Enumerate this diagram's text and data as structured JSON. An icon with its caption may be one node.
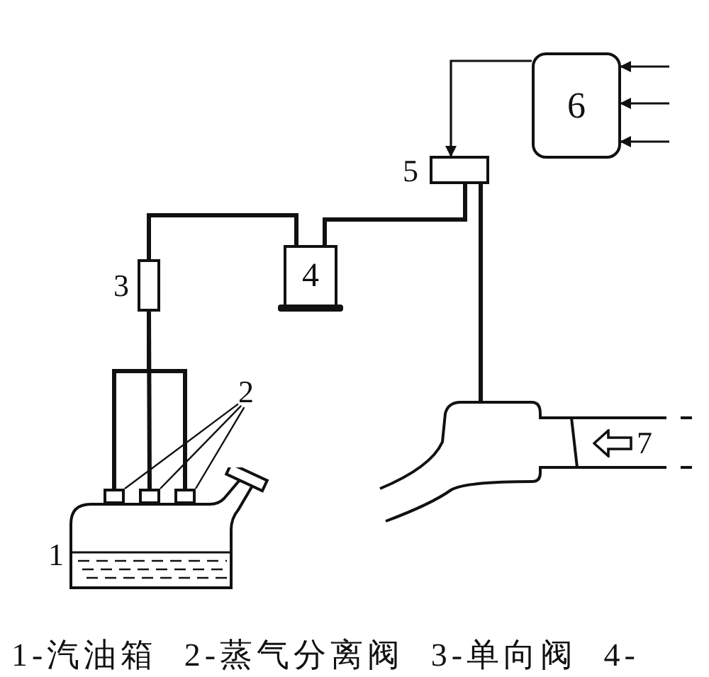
{
  "diagram": {
    "caption": "1-汽油箱 2-蒸气分离阀 3-单向阀 4-",
    "nodes": [
      {
        "text": [
          "6"
        ]
      },
      {
        "text": [
          "5"
        ]
      },
      {
        "text": [
          "4"
        ]
      },
      {
        "text": [
          "3"
        ]
      },
      {
        "text": [
          "1"
        ]
      },
      {
        "text": [
          "2"
        ]
      },
      {
        "text": [],
        "shape": "box"
      },
      {
        "text": [],
        "shape": "box"
      },
      {
        "text": [],
        "shape": "box"
      },
      {
        "text": [],
        "shape": "picture"
      }
    ],
    "edges": [
      {
        "from": null,
        "to": 0,
        "arrow": "to"
      },
      {
        "from": null,
        "to": 0,
        "arrow": "to"
      },
      {
        "from": null,
        "to": 0,
        "arrow": "to"
      },
      {
        "from": 0,
        "to": 1,
        "arrow": "to"
      },
      {
        "from": 1,
        "to": 2,
        "arrow": "none"
      },
      {
        "from": 2,
        "to": 3,
        "arrow": "none"
      },
      {
        "from": 3,
        "to": 6,
        "arrow": "none"
      },
      {
        "from": 3,
        "to": 7,
        "arrow": "none"
      },
      {
        "from": 3,
        "to": 8,
        "arrow": "none"
      },
      {
        "from": 1,
        "to": 9,
        "arrow": "none"
      },
      {
        "from": 5,
        "to": 6,
        "arrow": "none"
      },
      {
        "from": 5,
        "to": 7,
        "arrow": "none"
      },
      {
        "from": 5,
        "to": 8,
        "arrow": "none"
      }
    ],
    "labels": [
      "7"
    ]
  }
}
